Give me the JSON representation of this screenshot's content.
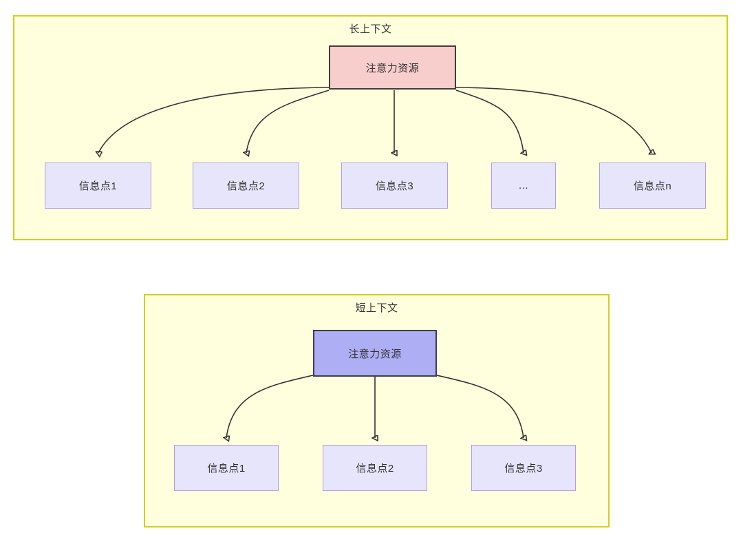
{
  "diagram": {
    "title_long": "长上下文",
    "title_short": "短上下文",
    "groups": [
      {
        "id": "long-context",
        "title": "长上下文",
        "root": {
          "label": "注意力资源",
          "fill": "#f8cecc",
          "stroke": "#463a3a"
        },
        "children": [
          {
            "label": "信息点1"
          },
          {
            "label": "信息点2"
          },
          {
            "label": "信息点3"
          },
          {
            "label": "..."
          },
          {
            "label": "信息点n"
          }
        ]
      },
      {
        "id": "short-context",
        "title": "短上下文",
        "root": {
          "label": "注意力资源",
          "fill": "#aeaef5",
          "stroke": "#3d3d4d"
        },
        "children": [
          {
            "label": "信息点1"
          },
          {
            "label": "信息点2"
          },
          {
            "label": "信息点3"
          }
        ]
      }
    ],
    "colors": {
      "group_fill": "#ffffdd",
      "group_stroke": "#d0d020",
      "info_fill": "#e7e5fb",
      "info_stroke": "#b39ddb",
      "edge": "#333333",
      "text": "#333333"
    }
  }
}
